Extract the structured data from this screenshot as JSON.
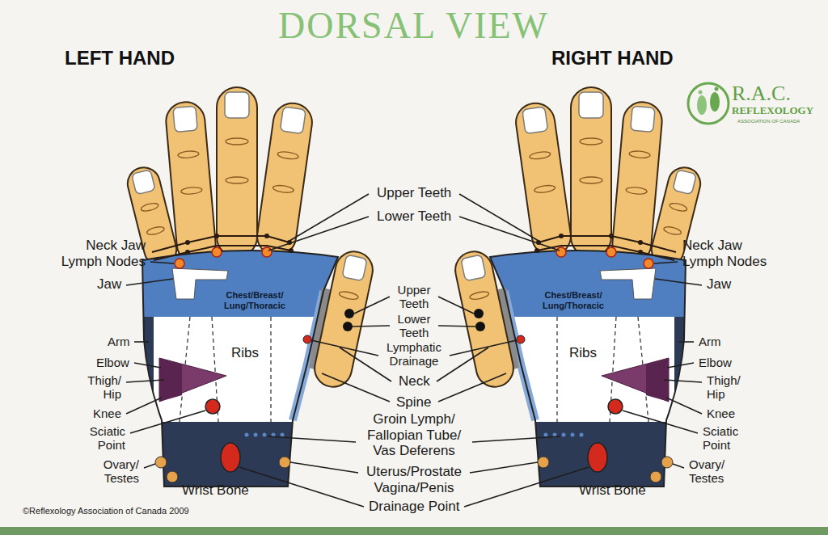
{
  "diagram": {
    "title": "DORSAL VIEW",
    "nodes": [
      {
        "text": [
          "Chest/Breast/ Lung/Thoracic"
        ]
      },
      {
        "text": [
          "Chest/Breast/ Lung/Thoracic"
        ]
      },
      {
        "text": [
          "Ribs"
        ]
      },
      {
        "text": [
          "Ribs"
        ]
      }
    ],
    "labels": [
      "LEFT HAND",
      "RIGHT HAND",
      "R.A.C.",
      "REFLEXOLOGY",
      "ASSOCIATION OF CANADA",
      "Upper Teeth",
      "Lower Teeth",
      "Neck Jaw Lymph Nodes",
      "Neck Jaw Lymph Nodes",
      "Jaw",
      "Jaw",
      "Upper Teeth",
      "Lower Teeth",
      "Lymphatic Drainage",
      "Arm",
      "Arm",
      "Elbow",
      "Elbow",
      "Neck",
      "Spine",
      "Thigh/ Hip",
      "Thigh/ Hip",
      "Knee",
      "Knee",
      "Sciatic Point",
      "Sciatic Point",
      "Groin Lymph/ Fallopian Tube/ Vas Deferens",
      "Ovary/ Testes",
      "Ovary/ Testes",
      "Uterus/Prostate Vagina/Penis",
      "Wrist Bone",
      "Wrist Bone",
      "Drainage Point",
      "©Reflexology Association of Canada 2009"
    ]
  }
}
